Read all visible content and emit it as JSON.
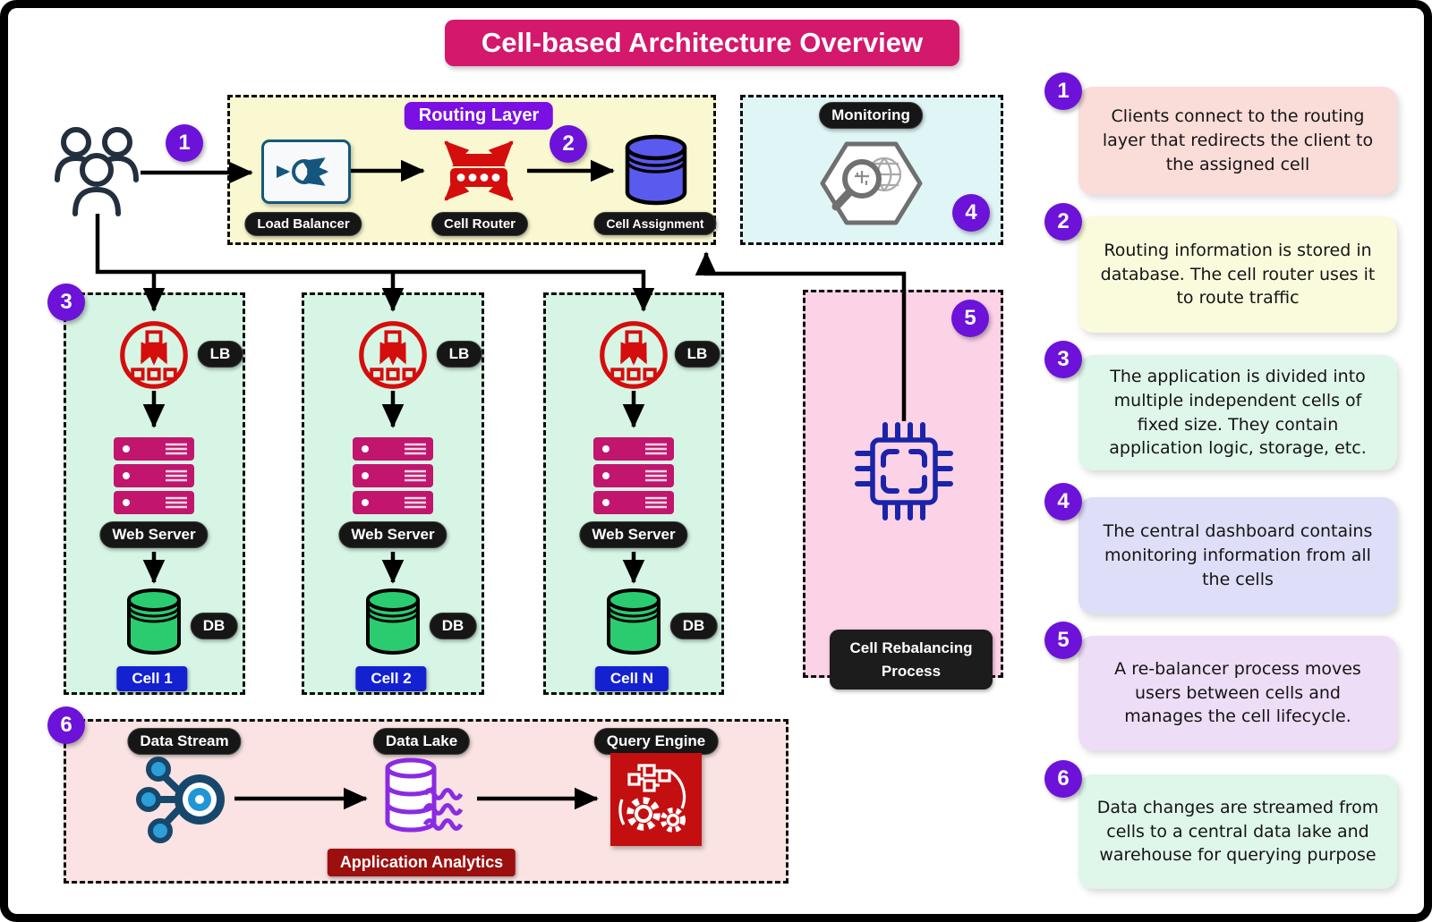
{
  "title": "Cell-based Architecture Overview",
  "routing": {
    "title": "Routing Layer",
    "badge": "2",
    "load_balancer_label": "Load Balancer",
    "cell_router_label": "Cell Router",
    "cell_assignment_label": "Cell Assignment"
  },
  "monitoring": {
    "title": "Monitoring",
    "badge": "4"
  },
  "clients": {
    "badge": "1"
  },
  "cells": {
    "badge": "3",
    "lb_label": "LB",
    "server_label": "Web Server",
    "db_label": "DB",
    "names": [
      "Cell 1",
      "Cell 2",
      "Cell N"
    ]
  },
  "rebalancing": {
    "badge": "5",
    "label": "Cell Rebalancing Process"
  },
  "analytics": {
    "badge": "6",
    "data_stream_label": "Data Stream",
    "data_lake_label": "Data Lake",
    "query_engine_label": "Query Engine",
    "caption": "Application Analytics"
  },
  "notes": [
    {
      "num": "1",
      "bg": "#fadcd9",
      "text": "Clients connect to the routing layer that redirects the client to the assigned cell"
    },
    {
      "num": "2",
      "bg": "#fafadc",
      "text": "Routing information is stored in database. The cell router uses it to route traffic"
    },
    {
      "num": "3",
      "bg": "#dff6ea",
      "text": "The application is divided into multiple independent cells of fixed size. They contain application logic, storage, etc."
    },
    {
      "num": "4",
      "bg": "#dedef8",
      "text": "The central dashboard contains monitoring information from all the cells"
    },
    {
      "num": "5",
      "bg": "#eeddf6",
      "text": "A re-balancer process moves users between cells and manages the cell lifecycle."
    },
    {
      "num": "6",
      "bg": "#dff6ea",
      "text": "Data changes are streamed from cells to a central data lake and warehouse for querying purpose"
    }
  ],
  "colors": {
    "title_bg": "#d4186c",
    "badge": "#6d12d8",
    "routing_bg": "#faf8d0",
    "monitoring_bg": "#dff5f6",
    "cell_bg": "#d6f5e5",
    "rebalancing_bg": "#fbd2e6",
    "analytics_bg": "#fae3e2",
    "pill_bg": "#161616",
    "cell_tag_bg": "#1421d1",
    "caption_bg": "#9c0f0f",
    "server": "#c2156e",
    "db": "#2bcc70",
    "assignment": "#5a5aee",
    "router": "#d40d0d",
    "chip": "#1b24a8",
    "lake": "#8a2be2",
    "stream_dark": "#17486b",
    "stream_light": "#2d9fd8",
    "query_bg": "#c40f10",
    "lb_border": "#15577c"
  }
}
